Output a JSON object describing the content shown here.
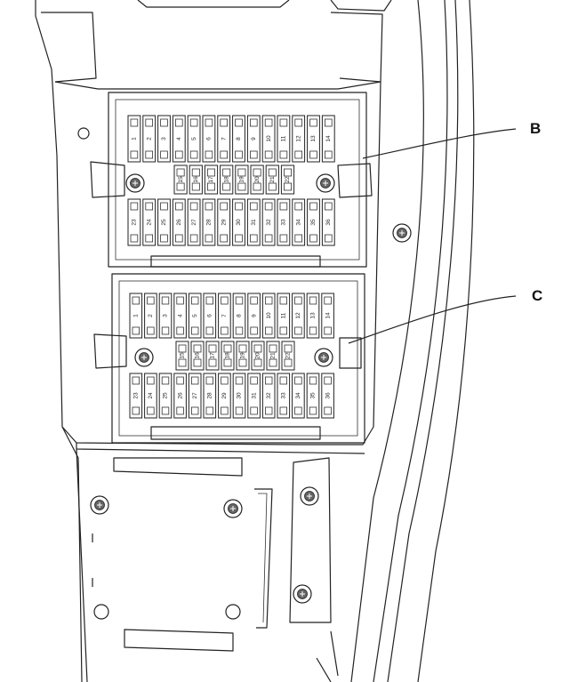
{
  "callouts": [
    {
      "id": "B",
      "label": "B"
    },
    {
      "id": "C",
      "label": "C"
    }
  ],
  "fuse_rows": [
    {
      "id": "b-top",
      "numbers": [
        "1",
        "2",
        "3",
        "4",
        "5",
        "6",
        "7",
        "8",
        "9",
        "10",
        "11",
        "12",
        "13",
        "14"
      ]
    },
    {
      "id": "b-mid",
      "numbers": [
        "15",
        "16",
        "17",
        "18",
        "19",
        "20",
        "21",
        "22"
      ]
    },
    {
      "id": "b-bottom",
      "numbers": [
        "23",
        "24",
        "25",
        "26",
        "27",
        "28",
        "29",
        "30",
        "31",
        "32",
        "33",
        "34",
        "35",
        "36"
      ]
    },
    {
      "id": "c-top",
      "numbers": [
        "1",
        "2",
        "3",
        "4",
        "5",
        "6",
        "7",
        "8",
        "9",
        "10",
        "11",
        "12",
        "13",
        "14"
      ]
    },
    {
      "id": "c-mid",
      "numbers": [
        "15",
        "16",
        "17",
        "18",
        "19",
        "20",
        "21",
        "22"
      ]
    },
    {
      "id": "c-bottom",
      "numbers": [
        "23",
        "24",
        "25",
        "26",
        "27",
        "28",
        "29",
        "30",
        "31",
        "32",
        "33",
        "34",
        "35",
        "36"
      ]
    }
  ]
}
